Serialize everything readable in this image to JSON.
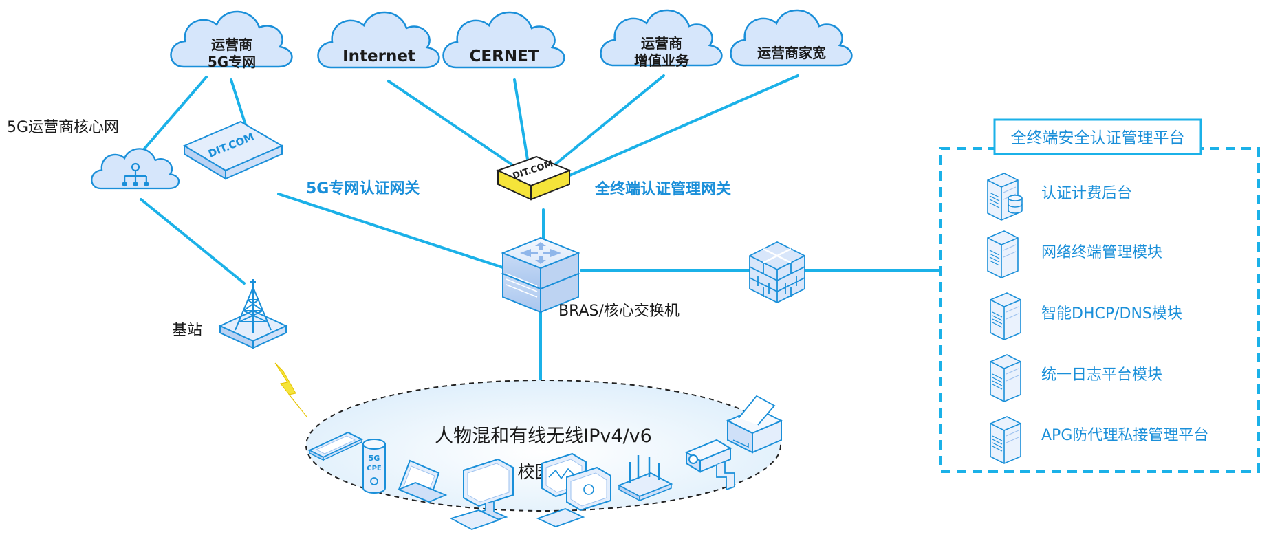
{
  "clouds": {
    "operator_5g": {
      "line1": "运营商",
      "line2": "5G专网"
    },
    "internet": {
      "label": "Internet"
    },
    "cernet": {
      "label": "CERNET"
    },
    "value_added": {
      "line1": "运营商",
      "line2": "增值业务"
    },
    "home_broadband": {
      "label": "运营商家宽"
    },
    "core_network": {
      "label": "5G运营商核心网"
    }
  },
  "devices": {
    "gateway_5g": {
      "label": "5G专网认证网关",
      "logo": "DIT.COM"
    },
    "full_gateway": {
      "label": "全终端认证管理网关",
      "logo": "DIT.COM"
    },
    "bras": {
      "label": "BRAS/核心交换机"
    },
    "base_station": {
      "label": "基站"
    }
  },
  "campus": {
    "line1": "人物混和有线无线IPv4/v6",
    "line2": "校园网",
    "cpe_line1": "5G",
    "cpe_line2": "CPE"
  },
  "platform": {
    "title": "全终端安全认证管理平台",
    "modules": [
      {
        "label": "认证计费后台"
      },
      {
        "label": "网络终端管理模块"
      },
      {
        "label": "智能DHCP/DNS模块"
      },
      {
        "label": "统一日志平台模块"
      },
      {
        "label": "APG防代理私接管理平台"
      }
    ]
  },
  "colors": {
    "link": "#1bb1e8",
    "accent": "#1a8fd9",
    "cloud_fill": "#d6e6fb",
    "cloud_stroke": "#1a8fd9",
    "gateway_yellow": "#f5e43a"
  },
  "icons": [
    "cloud-icon",
    "router-icon",
    "switch-icon",
    "firewall-icon",
    "tower-icon",
    "lightning-icon",
    "server-icon",
    "tablet-icon",
    "laptop-icon",
    "monitor-icon",
    "printer-icon",
    "camera-icon",
    "wifi-router-icon",
    "cpe-icon"
  ]
}
